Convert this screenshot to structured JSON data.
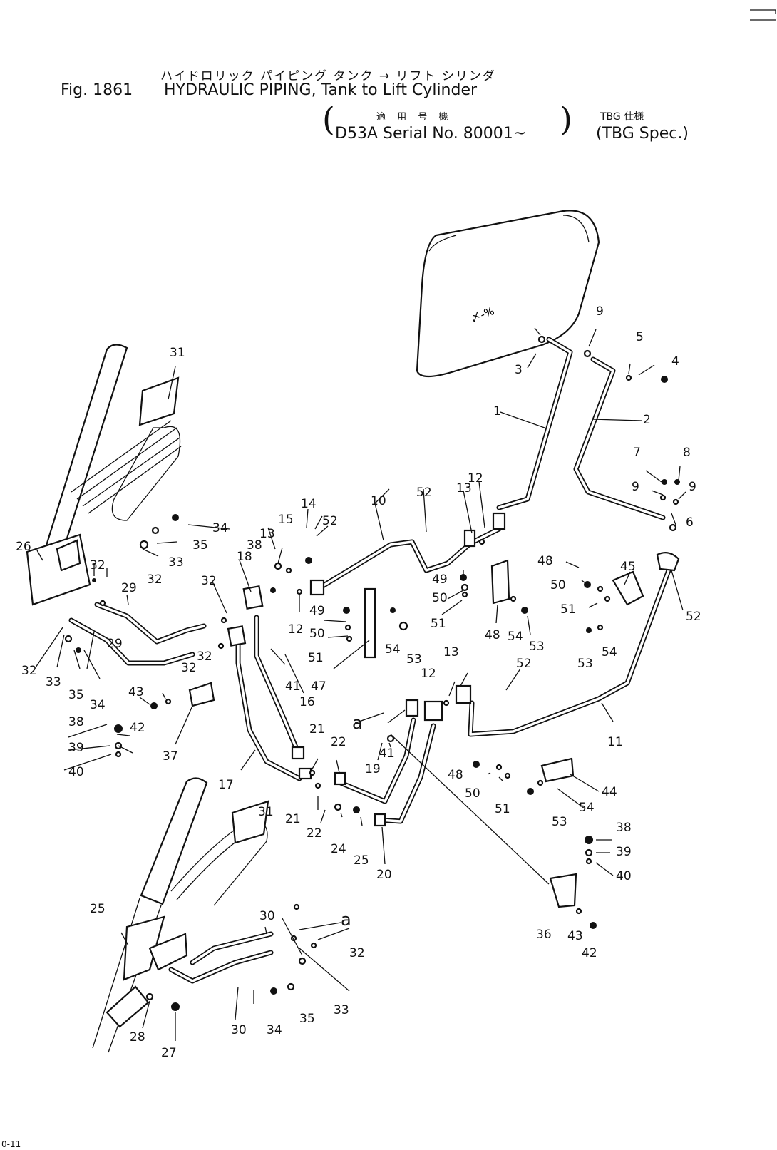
{
  "header": {
    "jp_title": "ハイドロリック パイピング タンク → リフト シリンダ",
    "fig_label": "Fig. 1861",
    "title": "HYDRAULIC PIPING, Tank to Lift Cylinder",
    "jp_applicable": "適 用 号 機",
    "serial": "D53A Serial No. 80001~",
    "jp_spec": "TBG 仕様",
    "spec": "(TBG Spec.)"
  },
  "callouts": [
    {
      "id": "c1",
      "text": "1"
    },
    {
      "id": "c2",
      "text": "2"
    },
    {
      "id": "c3",
      "text": "3"
    },
    {
      "id": "c4",
      "text": "4"
    },
    {
      "id": "c5",
      "text": "5"
    },
    {
      "id": "c6",
      "text": "6"
    },
    {
      "id": "c7",
      "text": "7"
    },
    {
      "id": "c8",
      "text": "8"
    },
    {
      "id": "c9a",
      "text": "9"
    },
    {
      "id": "c9b",
      "text": "9"
    },
    {
      "id": "c9c",
      "text": "9"
    },
    {
      "id": "c10",
      "text": "10"
    },
    {
      "id": "c11",
      "text": "11"
    },
    {
      "id": "c12a",
      "text": "12"
    },
    {
      "id": "c12b",
      "text": "12"
    },
    {
      "id": "c12c",
      "text": "12"
    },
    {
      "id": "c13a",
      "text": "13"
    },
    {
      "id": "c13b",
      "text": "13"
    },
    {
      "id": "c13c",
      "text": "13"
    },
    {
      "id": "c14",
      "text": "14"
    },
    {
      "id": "c15",
      "text": "15"
    },
    {
      "id": "c16",
      "text": "16"
    },
    {
      "id": "c17",
      "text": "17"
    },
    {
      "id": "c18",
      "text": "18"
    },
    {
      "id": "c19",
      "text": "19"
    },
    {
      "id": "c20",
      "text": "20"
    },
    {
      "id": "c21a",
      "text": "21"
    },
    {
      "id": "c21b",
      "text": "21"
    },
    {
      "id": "c22a",
      "text": "22"
    },
    {
      "id": "c22b",
      "text": "22"
    },
    {
      "id": "c24",
      "text": "24"
    },
    {
      "id": "c25a",
      "text": "25"
    },
    {
      "id": "c25b",
      "text": "25"
    },
    {
      "id": "c26",
      "text": "26"
    },
    {
      "id": "c27",
      "text": "27"
    },
    {
      "id": "c28",
      "text": "28"
    },
    {
      "id": "c29a",
      "text": "29"
    },
    {
      "id": "c29b",
      "text": "29"
    },
    {
      "id": "c30a",
      "text": "30"
    },
    {
      "id": "c30b",
      "text": "30"
    },
    {
      "id": "c31a",
      "text": "31"
    },
    {
      "id": "c31b",
      "text": "31"
    },
    {
      "id": "c32a",
      "text": "32"
    },
    {
      "id": "c32b",
      "text": "32"
    },
    {
      "id": "c32c",
      "text": "32"
    },
    {
      "id": "c32d",
      "text": "32"
    },
    {
      "id": "c32e",
      "text": "32"
    },
    {
      "id": "c32f",
      "text": "32"
    },
    {
      "id": "c32g",
      "text": "32"
    },
    {
      "id": "c33a",
      "text": "33"
    },
    {
      "id": "c33b",
      "text": "33"
    },
    {
      "id": "c33c",
      "text": "33"
    },
    {
      "id": "c34a",
      "text": "34"
    },
    {
      "id": "c34b",
      "text": "34"
    },
    {
      "id": "c34c",
      "text": "34"
    },
    {
      "id": "c35a",
      "text": "35"
    },
    {
      "id": "c35b",
      "text": "35"
    },
    {
      "id": "c35c",
      "text": "35"
    },
    {
      "id": "c36",
      "text": "36"
    },
    {
      "id": "c37",
      "text": "37"
    },
    {
      "id": "c38a",
      "text": "38"
    },
    {
      "id": "c38b",
      "text": "38"
    },
    {
      "id": "c38c",
      "text": "38"
    },
    {
      "id": "c39a",
      "text": "39"
    },
    {
      "id": "c39b",
      "text": "39"
    },
    {
      "id": "c40a",
      "text": "40"
    },
    {
      "id": "c40b",
      "text": "40"
    },
    {
      "id": "c41a",
      "text": "41"
    },
    {
      "id": "c41b",
      "text": "41"
    },
    {
      "id": "c42a",
      "text": "42"
    },
    {
      "id": "c42b",
      "text": "42"
    },
    {
      "id": "c43a",
      "text": "43"
    },
    {
      "id": "c43b",
      "text": "43"
    },
    {
      "id": "c44",
      "text": "44"
    },
    {
      "id": "c45",
      "text": "45"
    },
    {
      "id": "c47",
      "text": "47"
    },
    {
      "id": "c48a",
      "text": "48"
    },
    {
      "id": "c48b",
      "text": "48"
    },
    {
      "id": "c48c",
      "text": "48"
    },
    {
      "id": "c49a",
      "text": "49"
    },
    {
      "id": "c49b",
      "text": "49"
    },
    {
      "id": "c50a",
      "text": "50"
    },
    {
      "id": "c50b",
      "text": "50"
    },
    {
      "id": "c50c",
      "text": "50"
    },
    {
      "id": "c50d",
      "text": "50"
    },
    {
      "id": "c51a",
      "text": "51"
    },
    {
      "id": "c51b",
      "text": "51"
    },
    {
      "id": "c51c",
      "text": "51"
    },
    {
      "id": "c51d",
      "text": "51"
    },
    {
      "id": "c52a",
      "text": "52"
    },
    {
      "id": "c52b",
      "text": "52"
    },
    {
      "id": "c52c",
      "text": "52"
    },
    {
      "id": "c52d",
      "text": "52"
    },
    {
      "id": "c53a",
      "text": "53"
    },
    {
      "id": "c53b",
      "text": "53"
    },
    {
      "id": "c53c",
      "text": "53"
    },
    {
      "id": "c53d",
      "text": "53"
    },
    {
      "id": "c54a",
      "text": "54"
    },
    {
      "id": "c54b",
      "text": "54"
    },
    {
      "id": "c54c",
      "text": "54"
    },
    {
      "id": "c54d",
      "text": "54"
    },
    {
      "id": "ca1",
      "text": "a"
    },
    {
      "id": "ca2",
      "text": "a"
    }
  ],
  "tank_marking": "〆-%",
  "corner_code": "0-11"
}
